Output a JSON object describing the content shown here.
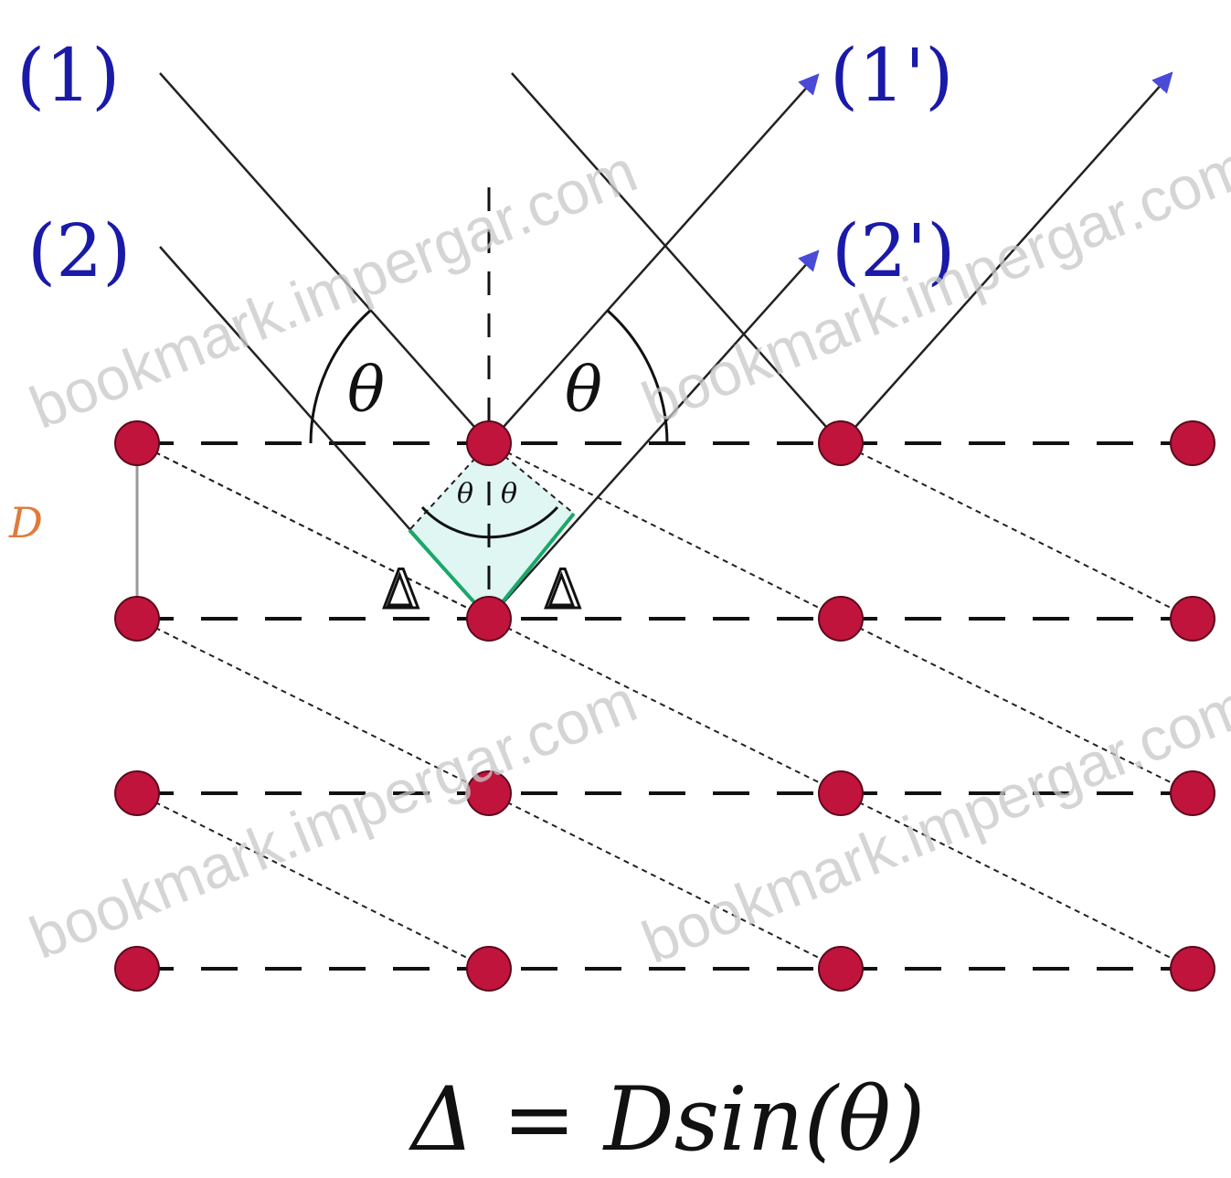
{
  "labels": {
    "incident_1": "(1)",
    "incident_2": "(2)",
    "reflected_1": "(1')",
    "reflected_2": "(2')",
    "theta": "θ",
    "delta": "Δ",
    "spacing": "D",
    "formula": "Δ = Dsin(θ)"
  },
  "watermark": "bookmark.impergar.com",
  "lattice": {
    "rows": 4,
    "cols": 4
  },
  "colors": {
    "atom": "#c0143c",
    "atom_stroke": "#5a0a1c",
    "ray": "#222222",
    "dashed": "#111111",
    "ray_label": "#1a1aa8",
    "path_difference": "#1aa86a",
    "path_fill": "#dff6f3",
    "spacing_label": "#e07a3a"
  }
}
